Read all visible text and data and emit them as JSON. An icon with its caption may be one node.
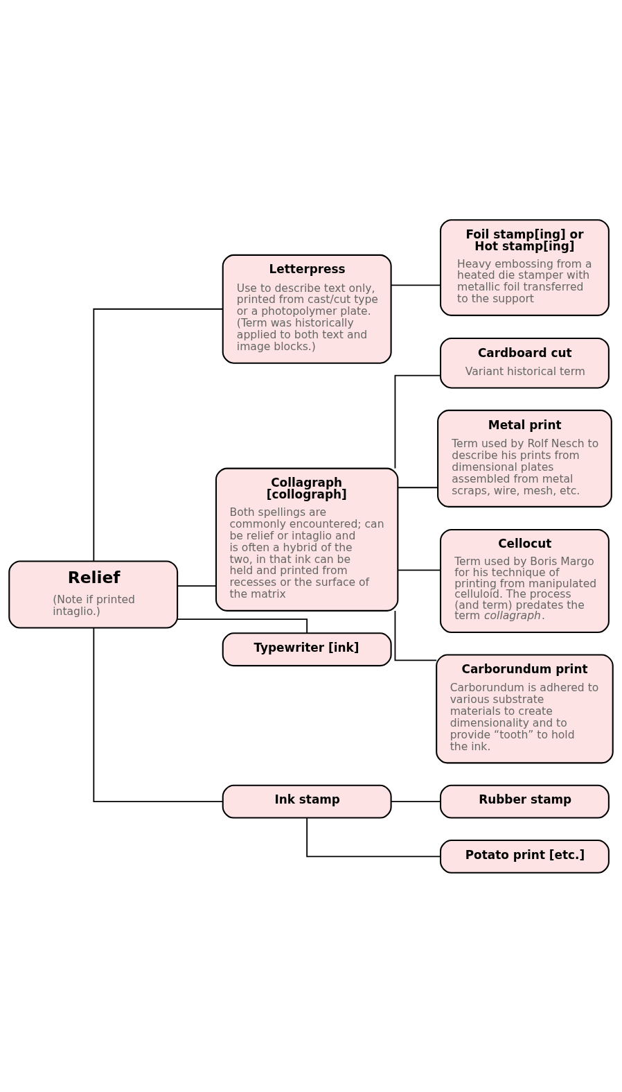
{
  "diagram": {
    "nodes": [
      {
        "text": [
          "Relief",
          "(Note if printed intaglio.)"
        ]
      },
      {
        "text": [
          "Letterpress",
          "Use to describe text only, printed from cast/cut type or a photopolymer plate. (Term was historically applied to both text and image blocks.)"
        ]
      },
      {
        "text": [
          "Foil stamp[ing] or Hot stamp[ing]",
          "Heavy embossing from a heated die stamper with metallic foil transferred to the support"
        ]
      },
      {
        "text": [
          "Collagraph [collograph]",
          "Both spellings are commonly encountered; can be relief or intaglio and is often a hybrid of the two, in that ink can be held and printed from recesses or the surface of the matrix"
        ]
      },
      {
        "text": [
          "Cardboard cut",
          "Variant historical term"
        ]
      },
      {
        "text": [
          "Metal print",
          "Term used by Rolf Nesch to describe his prints from dimensional plates assembled from metal scraps, wire, mesh, etc."
        ]
      },
      {
        "text": [
          "Cellocut",
          "Term used by Boris Margo for his technique of printing from manipulated celluloid. The process (and term) predates the term *collagraph*."
        ]
      },
      {
        "text": [
          "Carborundum print",
          "Carborundum is adhered to various substrate materials to create dimensionality and to provide “tooth” to hold the ink."
        ]
      },
      {
        "text": [
          "Typewriter [ink]"
        ]
      },
      {
        "text": [
          "Ink stamp"
        ]
      },
      {
        "text": [
          "Rubber stamp"
        ]
      },
      {
        "text": [
          "Potato print [etc.]"
        ]
      }
    ],
    "edges": [
      {
        "from": 0,
        "to": 1,
        "arrow": "none"
      },
      {
        "from": 0,
        "to": 3,
        "arrow": "none"
      },
      {
        "from": 0,
        "to": 8,
        "arrow": "none"
      },
      {
        "from": 0,
        "to": 9,
        "arrow": "none"
      },
      {
        "from": 1,
        "to": 2,
        "arrow": "none"
      },
      {
        "from": 3,
        "to": 4,
        "arrow": "none"
      },
      {
        "from": 3,
        "to": 5,
        "arrow": "none"
      },
      {
        "from": 3,
        "to": 6,
        "arrow": "none"
      },
      {
        "from": 3,
        "to": 7,
        "arrow": "none"
      },
      {
        "from": 9,
        "to": 10,
        "arrow": "none"
      },
      {
        "from": 9,
        "to": 11,
        "arrow": "none"
      }
    ]
  }
}
